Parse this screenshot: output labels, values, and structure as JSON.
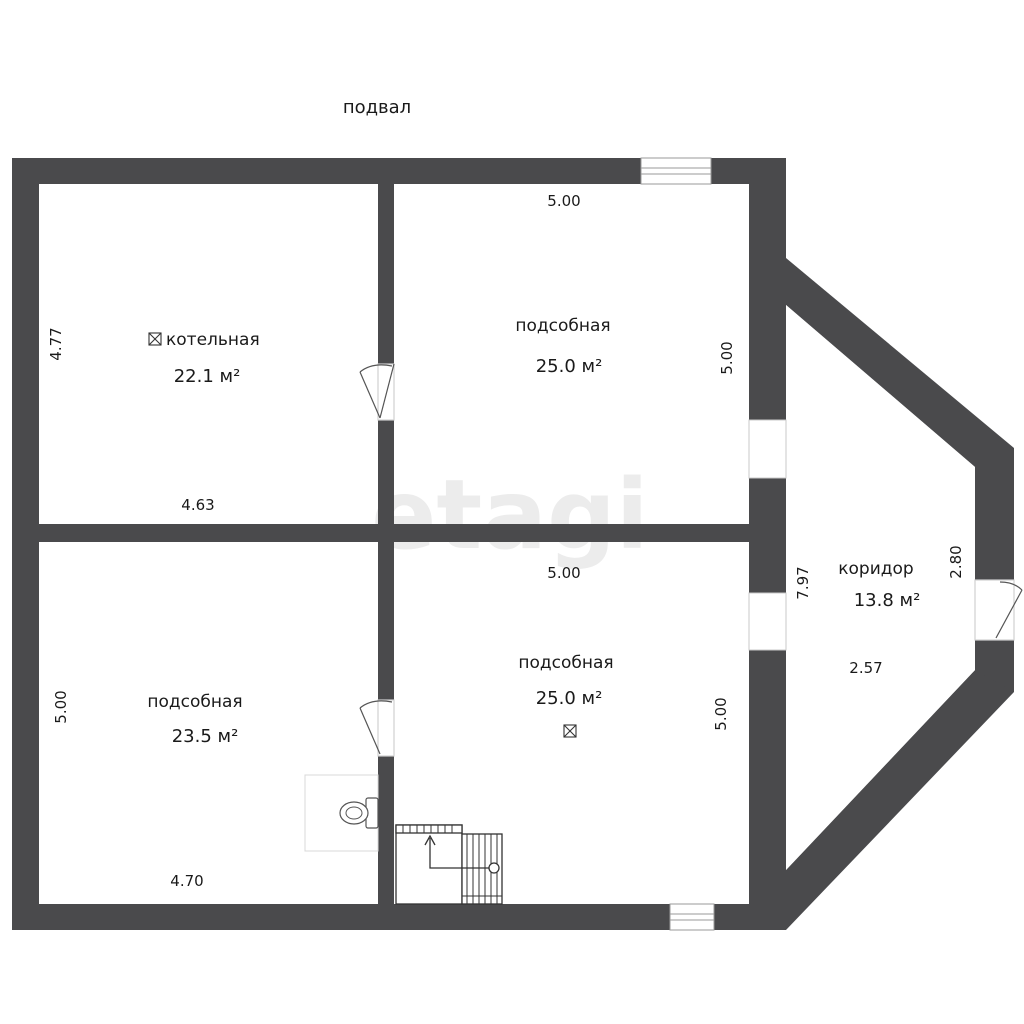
{
  "title": "подвал",
  "watermark": "etagi",
  "colors": {
    "wall": "#4a4a4c",
    "background": "#ffffff",
    "text": "#1a1a1a",
    "watermark": "#ececec"
  },
  "rooms": {
    "boiler": {
      "name": "котельная",
      "area": "22.1 м²",
      "icon": "vent-icon"
    },
    "utility_top": {
      "name": "подсобная",
      "area": "25.0 м²"
    },
    "utility_left": {
      "name": "подсобная",
      "area": "23.5 м²"
    },
    "utility_bottom": {
      "name": "подсобная",
      "area": "25.0 м²",
      "icon": "vent-icon"
    },
    "corridor": {
      "name": "коридор",
      "area": "13.8 м²"
    }
  },
  "dimensions": {
    "boiler_height": "4.77",
    "boiler_width": "4.63",
    "utility_top_width": "5.00",
    "utility_top_height": "5.00",
    "utility_left_height": "5.00",
    "utility_left_width": "4.70",
    "utility_bottom_width": "5.00",
    "utility_bottom_height": "5.00",
    "corridor_length": "7.97",
    "corridor_end": "2.80",
    "corridor_width": "2.57"
  },
  "fixtures": [
    "toilet-icon",
    "stair-icon",
    "door-icon",
    "window-icon"
  ]
}
